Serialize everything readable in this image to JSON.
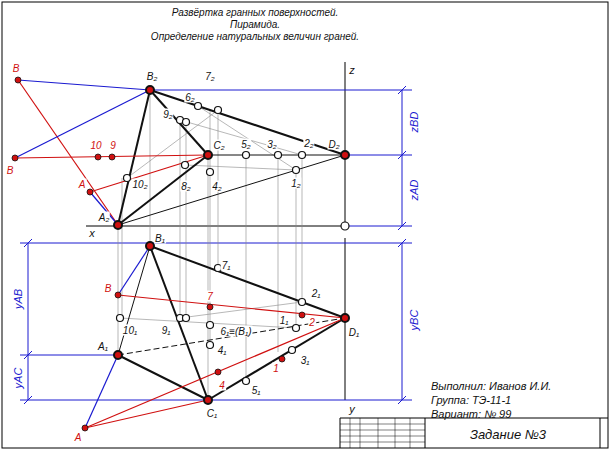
{
  "diagram": {
    "labels": [
      "Развёртка гранных поверхностей.",
      "Пирамида.",
      "Определение натуральных величин граней.",
      "B",
      "B₂",
      "7₂",
      "6₂",
      "9₂",
      "C₂",
      "5₂",
      "3₂",
      "2₂",
      "D₂",
      "z",
      "zBD",
      "zAD",
      "10",
      "9",
      "B",
      "A",
      "10₂",
      "8₂",
      "4₂",
      "1₂",
      "A₂",
      "x",
      "B₁",
      "7₁",
      "yAB",
      "2₁",
      "B",
      "7",
      "2",
      "yBC",
      "10₁",
      "9₁",
      "6₁≡(B₁)",
      "1₁",
      "D₁",
      "A₁",
      "4₁",
      "yAC",
      "1",
      "3₁",
      "4",
      "5₁",
      "C₁",
      "A",
      "y",
      "Выполнил: Иванов И.И.",
      "Группа:   ТЭ-11-1",
      "Вариант:  № 99",
      "Задание №3"
    ]
  }
}
